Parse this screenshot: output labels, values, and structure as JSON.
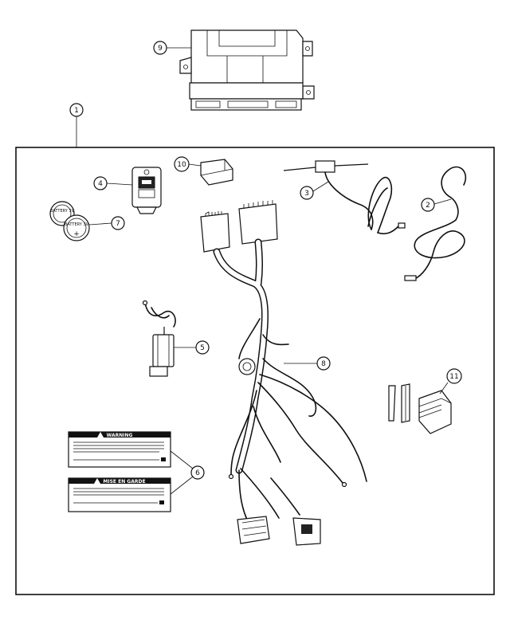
{
  "callouts": {
    "c1": "1",
    "c2": "2",
    "c3": "3",
    "c4": "4",
    "c5": "5",
    "c6": "6",
    "c7": "7",
    "c8": "8",
    "c9": "9",
    "c10": "10",
    "c11": "11"
  },
  "batteries": {
    "battery_top": "BATTERY 3V",
    "battery_bottom": "BATTERY 3V",
    "plus_sign": "+"
  },
  "warning_label": {
    "title": "WARNING"
  },
  "charge_label": {
    "title": "MISE EN GARDE"
  }
}
